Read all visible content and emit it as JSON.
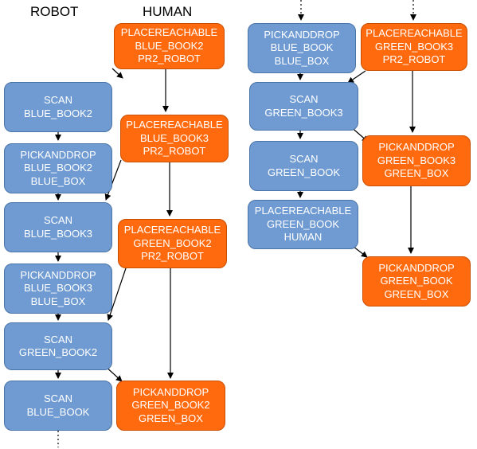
{
  "headers": {
    "robot": "ROBOT",
    "human": "HUMAN"
  },
  "nodes": {
    "placereachable_blue_book2": [
      "PLACEREACHABLE",
      "BLUE_BOOK2",
      "PR2_ROBOT"
    ],
    "scan_blue_book2": [
      "SCAN",
      "BLUE_BOOK2"
    ],
    "placereachable_blue_book3": [
      "PLACEREACHABLE",
      "BLUE_BOOK3",
      "PR2_ROBOT"
    ],
    "pickanddrop_blue_book2": [
      "PICKANDDROP",
      "BLUE_BOOK2",
      "BLUE_BOX"
    ],
    "scan_blue_book3": [
      "SCAN",
      "BLUE_BOOK3"
    ],
    "placereachable_green_book2": [
      "PLACEREACHABLE",
      "GREEN_BOOK2",
      "PR2_ROBOT"
    ],
    "pickanddrop_blue_book3": [
      "PICKANDDROP",
      "BLUE_BOOK3",
      "BLUE_BOX"
    ],
    "scan_green_book2": [
      "SCAN",
      "GREEN_BOOK2"
    ],
    "scan_blue_book": [
      "SCAN",
      "BLUE_BOOK"
    ],
    "pickanddrop_green_book2": [
      "PICKANDDROP",
      "GREEN_BOOK2",
      "GREEN_BOX"
    ],
    "pickanddrop_blue_book": [
      "PICKANDDROP",
      "BLUE_BOOK",
      "BLUE_BOX"
    ],
    "placereachable_green_book3": [
      "PLACEREACHABLE",
      "GREEN_BOOK3",
      "PR2_ROBOT"
    ],
    "scan_green_book3": [
      "SCAN",
      "GREEN_BOOK3"
    ],
    "pickanddrop_green_book3": [
      "PICKANDDROP",
      "GREEN_BOOK3",
      "GREEN_BOX"
    ],
    "scan_green_book": [
      "SCAN",
      "GREEN_BOOK"
    ],
    "placereachable_green_book": [
      "PLACEREACHABLE",
      "GREEN_BOOK",
      "HUMAN"
    ],
    "pickanddrop_green_book": [
      "PICKANDDROP",
      "GREEN_BOOK",
      "GREEN_BOX"
    ]
  },
  "colors": {
    "robot_fill": "#6f9bd2",
    "human_fill": "#ff6a0e",
    "edge": "#000000"
  }
}
